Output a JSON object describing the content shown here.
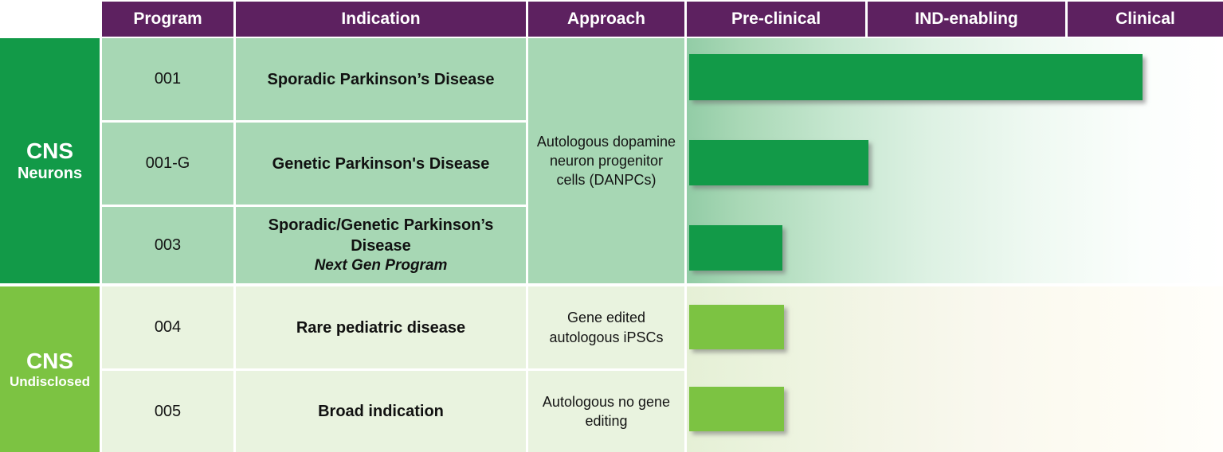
{
  "header": {
    "columns": [
      "Program",
      "Indication",
      "Approach",
      "Pre-clinical",
      "IND-enabling",
      "Clinical"
    ]
  },
  "sidebar": {
    "groups": [
      {
        "title": "CNS",
        "subtitle": "Neurons"
      },
      {
        "title": "CNS",
        "subtitle": "Undisclosed"
      }
    ]
  },
  "rows": [
    {
      "program": "001",
      "indication": "Sporadic Parkinson’s Disease"
    },
    {
      "program": "001-G",
      "indication": "Genetic Parkinson's Disease"
    },
    {
      "program": "003",
      "indication": "Sporadic/Genetic Parkinson’s Disease",
      "indication_note": "Next Gen Program"
    },
    {
      "program": "004",
      "indication": "Rare pediatric disease",
      "approach": "Gene edited autologous iPSCs"
    },
    {
      "program": "005",
      "indication": "Broad indication",
      "approach": "Autologous no gene editing"
    }
  ],
  "approach_merged": "Autologous dopamine neuron progenitor cells (DANPCs)",
  "colors": {
    "header_purple": "#5D2160",
    "dark_green": "#129A48",
    "light_green": "#7CC342",
    "cell_green": "#A7D7B4",
    "cell_light": "#E9F3DF"
  },
  "chart_data": {
    "type": "bar",
    "orientation": "horizontal",
    "stages": [
      "Pre-clinical",
      "IND-enabling",
      "Clinical"
    ],
    "axis_range_frac": [
      0,
      1
    ],
    "stage_boundaries_frac": [
      0.0,
      0.334,
      0.706,
      1.0
    ],
    "programs": [
      {
        "name": "001",
        "indication": "Sporadic Parkinson’s Disease",
        "stage_reached": "Clinical (in progress)",
        "progress_frac": 0.845,
        "color": "#129A48"
      },
      {
        "name": "001-G",
        "indication": "Genetic Parkinson's Disease",
        "stage_reached": "Pre-clinical complete / IND-enabling",
        "progress_frac": 0.335,
        "color": "#129A48"
      },
      {
        "name": "003",
        "indication": "Sporadic/Genetic Parkinson’s Disease — Next Gen Program",
        "stage_reached": "mid Pre-clinical",
        "progress_frac": 0.174,
        "color": "#129A48"
      },
      {
        "name": "004",
        "indication": "Rare pediatric disease",
        "stage_reached": "mid Pre-clinical",
        "progress_frac": 0.177,
        "color": "#7CC342"
      },
      {
        "name": "005",
        "indication": "Broad indication",
        "stage_reached": "mid Pre-clinical",
        "progress_frac": 0.177,
        "color": "#7CC342"
      }
    ]
  }
}
